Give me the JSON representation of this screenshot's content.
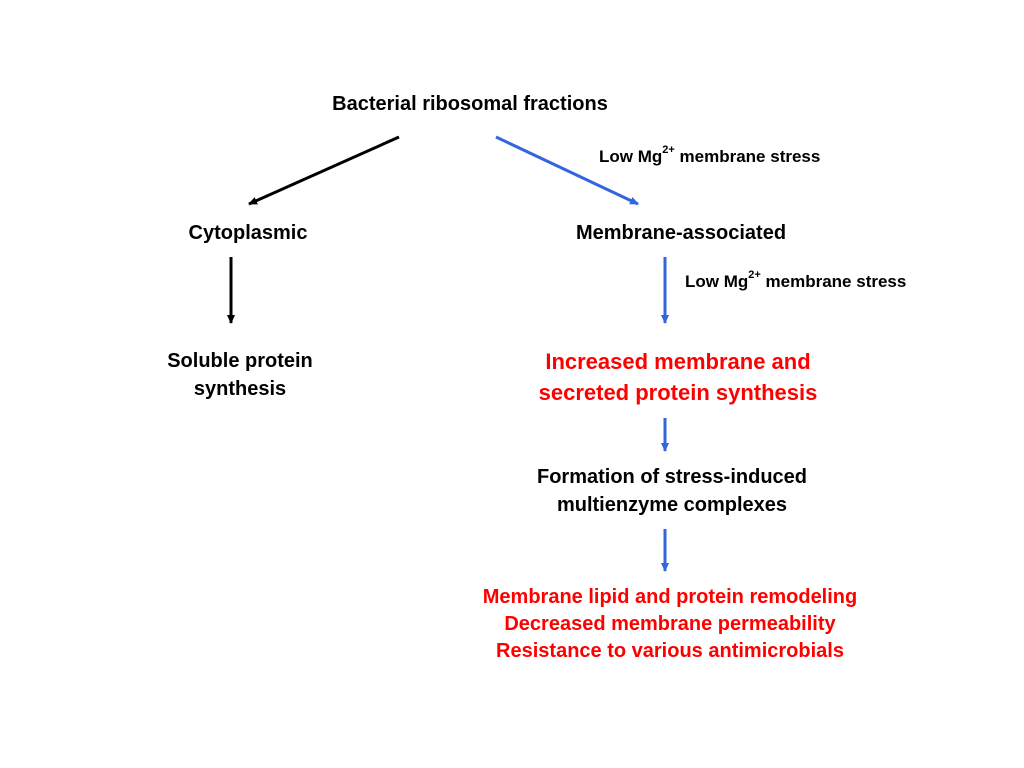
{
  "colors": {
    "text": "#000000",
    "highlight": "#ff0000",
    "stress_arrow": "#3366dd",
    "plain_arrow": "#000000"
  },
  "nodes": {
    "root": "Bacterial ribosomal fractions",
    "cytoplasmic": "Cytoplasmic",
    "membrane_associated": "Membrane-associated",
    "soluble": [
      "Soluble protein",
      "synthesis"
    ],
    "increased": [
      "Increased membrane and",
      "secreted protein synthesis"
    ],
    "formation": [
      "Formation of stress-induced",
      "multienzyme complexes"
    ],
    "outcomes": [
      "Membrane lipid and protein remodeling",
      "Decreased membrane permeability",
      "Resistance to various antimicrobials"
    ]
  },
  "edge_labels": {
    "top_stress": {
      "prefix": "Low Mg",
      "sup": "2+",
      "suffix": " membrane stress"
    },
    "mid_stress": {
      "prefix": "Low Mg",
      "sup": "2+",
      "suffix": " membrane stress"
    }
  }
}
